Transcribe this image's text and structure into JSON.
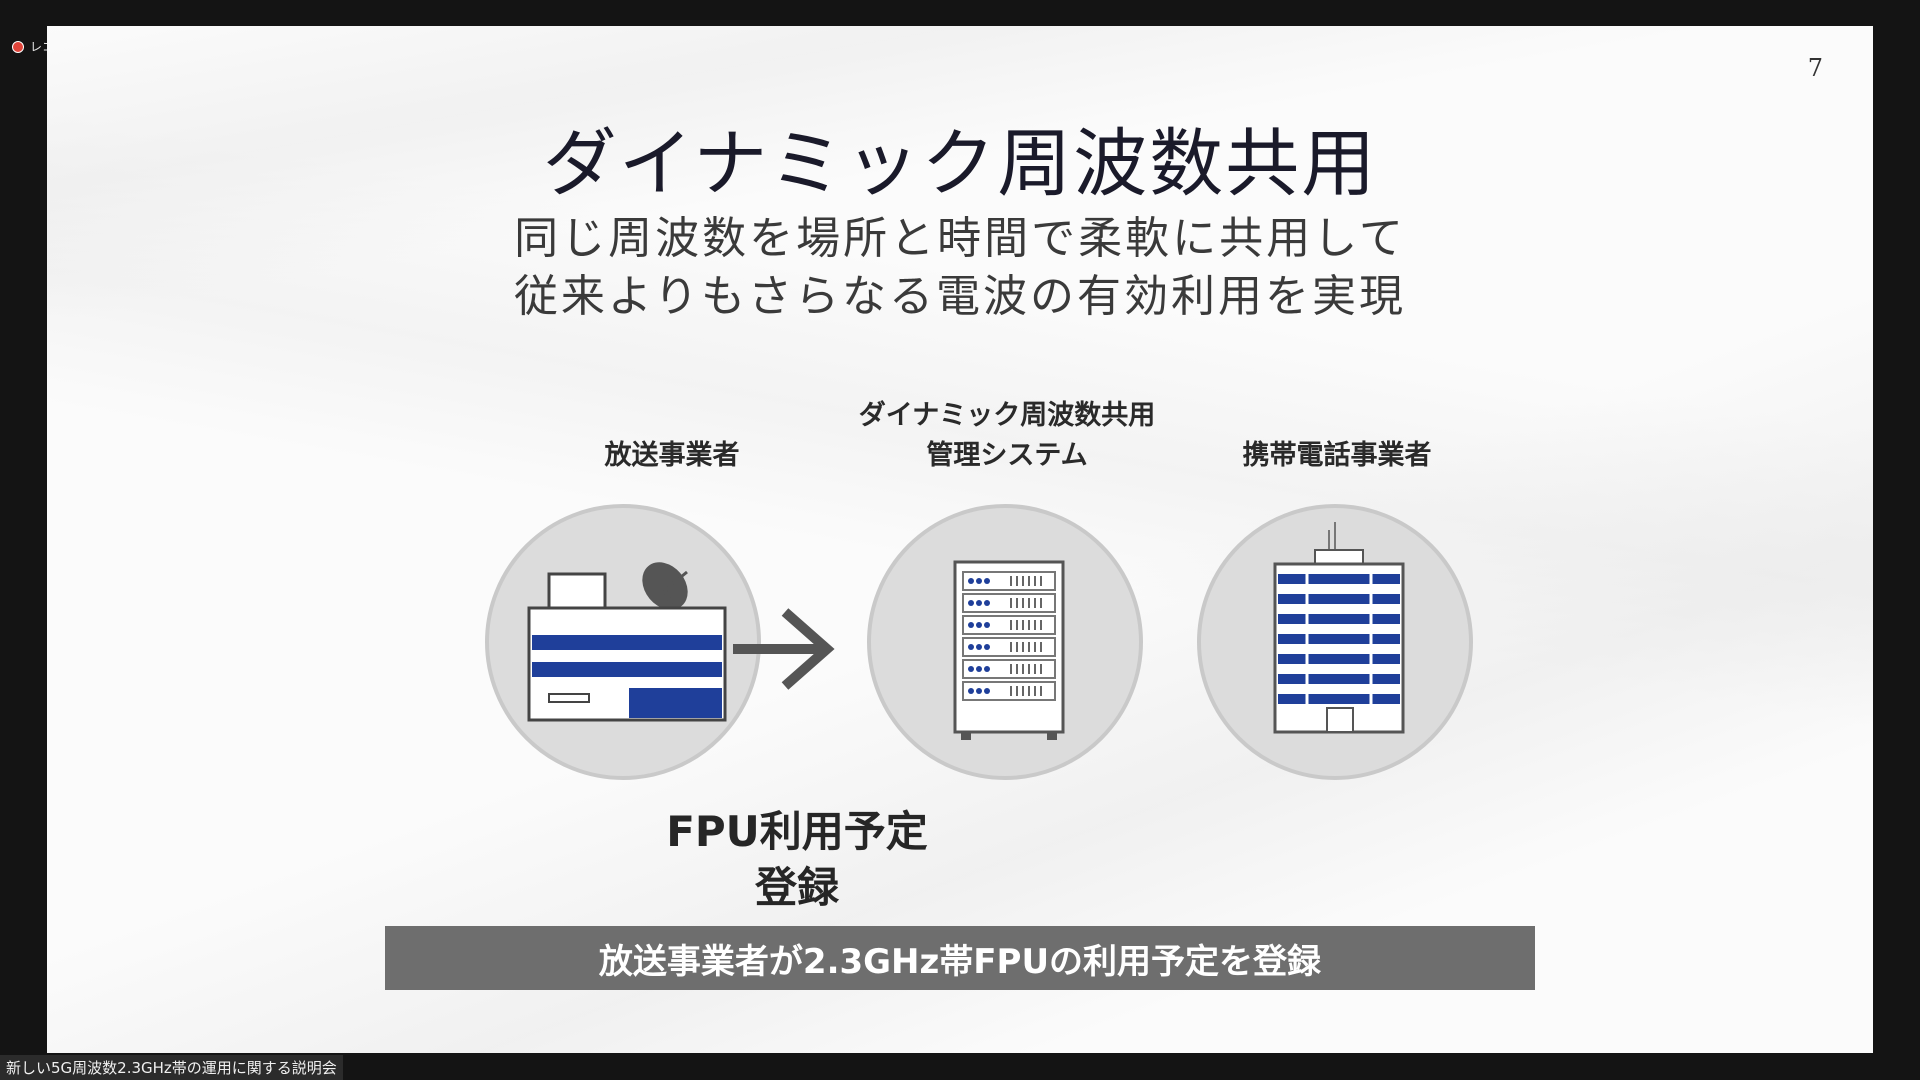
{
  "recording": {
    "label": "レコ"
  },
  "slide": {
    "page_number": "7",
    "title": "ダイナミック周波数共用",
    "subtitle_line1": "同じ周波数を場所と時間で柔軟に共用して",
    "subtitle_line2": "従来よりもさらなる電波の有効利用を実現",
    "broadcaster_label": "放送事業者",
    "system_label_line1": "ダイナミック周波数共用",
    "system_label_line2": "管理システム",
    "carrier_label": "携帯電話事業者",
    "fpu_caption_line1": "FPU利用予定",
    "fpu_caption_line2": "登録",
    "caption_bar": "放送事業者が2.3GHz帯FPUの利用予定を登録"
  },
  "meeting": {
    "title": "新しい5G周波数2.3GHz帯の運用に関する説明会"
  },
  "icons": [
    "broadcast-building-icon",
    "server-rack-icon",
    "office-tower-icon",
    "arrow-right-icon",
    "satellite-dish-icon"
  ],
  "colors": {
    "accent_blue": "#1f3f9a",
    "caption_bar": "#6e6e6e",
    "circle": "#dcdcdc"
  }
}
